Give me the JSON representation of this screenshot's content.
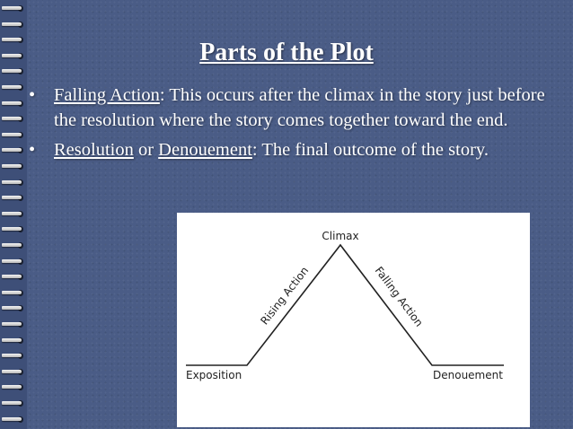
{
  "slide": {
    "title": "Parts of the Plot",
    "bullets": [
      {
        "term": "Falling Action",
        "text": ": This occurs after the climax in the story just before the resolution where the story comes together toward the end."
      },
      {
        "term": "Resolution",
        "connector": " or ",
        "term2": " Denouement",
        "text": ": The final outcome of the story."
      }
    ]
  },
  "diagram": {
    "labels": {
      "climax": "Climax",
      "rising": "Rising Action",
      "falling": "Falling Action",
      "exposition": "Exposition",
      "denouement": "Denouement"
    }
  },
  "colors": {
    "background": "#4a5c86",
    "text": "#ffffff",
    "diagram_bg": "#ffffff",
    "diagram_line": "#222222"
  }
}
